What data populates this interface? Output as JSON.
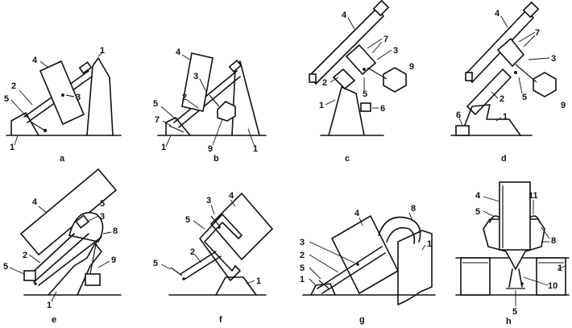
{
  "panels": [
    {
      "id": "a",
      "caption": "a",
      "labels": [
        "1",
        "2",
        "3",
        "4",
        "5",
        "1"
      ]
    },
    {
      "id": "b",
      "caption": "b",
      "labels": [
        "4",
        "3",
        "2",
        "5",
        "7",
        "1",
        "9",
        "1"
      ]
    },
    {
      "id": "c",
      "caption": "c",
      "labels": [
        "4",
        "7",
        "3",
        "9",
        "2",
        "5",
        "1",
        "6"
      ]
    },
    {
      "id": "d",
      "caption": "d",
      "labels": [
        "4",
        "7",
        "3",
        "5",
        "9",
        "2",
        "6",
        "1"
      ]
    },
    {
      "id": "e",
      "caption": "e",
      "labels": [
        "4",
        "5",
        "3",
        "8",
        "9",
        "2",
        "5",
        "1"
      ]
    },
    {
      "id": "f",
      "caption": "f",
      "labels": [
        "3",
        "4",
        "5",
        "2",
        "5",
        "1"
      ]
    },
    {
      "id": "g",
      "caption": "g",
      "labels": [
        "4",
        "8",
        "1",
        "3",
        "2",
        "5",
        "1"
      ]
    },
    {
      "id": "h",
      "caption": "h",
      "labels": [
        "4",
        "11",
        "5",
        "8",
        "1",
        "10",
        "5"
      ]
    }
  ],
  "colors": {
    "ink": "#111111",
    "paper": "#ffffff"
  }
}
